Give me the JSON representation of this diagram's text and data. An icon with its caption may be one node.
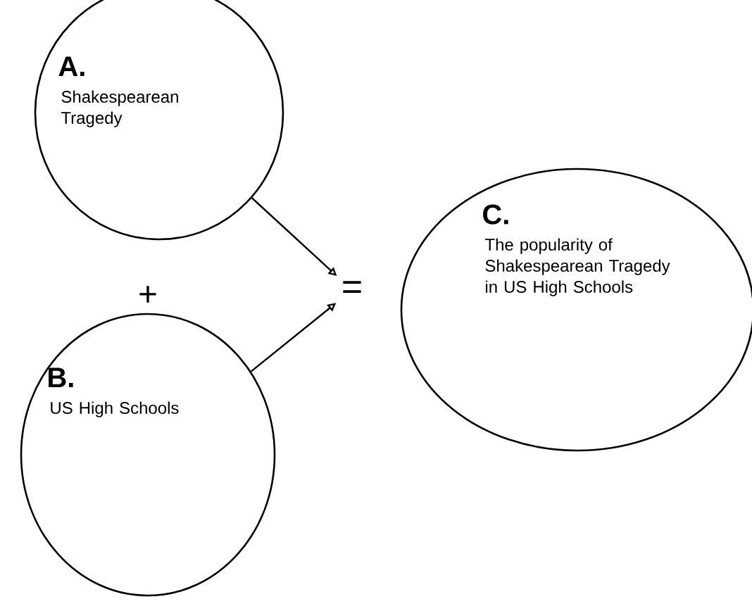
{
  "diagram": {
    "nodes": [
      {
        "text": [
          "A.",
          "Shakespearean Tragedy"
        ]
      },
      {
        "text": [
          "B.",
          "US High Schools"
        ]
      },
      {
        "text": [
          "C.",
          "The popularity of Shakespearean Tragedy in US High Schools"
        ]
      },
      {
        "text": [
          "="
        ]
      }
    ],
    "edges": [
      {
        "from": 0,
        "to": 3,
        "arrow": "to"
      },
      {
        "from": 1,
        "to": 3,
        "arrow": "to"
      }
    ],
    "labels": [
      "+"
    ]
  }
}
